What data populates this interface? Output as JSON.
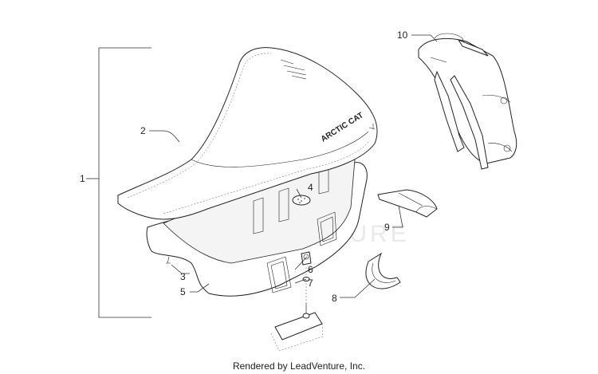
{
  "watermark": "LEADVENTURE",
  "seat_brand": "ARCTIC CAT",
  "callouts": {
    "c1": "1",
    "c2": "2",
    "c3": "3",
    "c4": "4",
    "c5": "5",
    "c6": "6",
    "c7": "7",
    "c8": "8",
    "c9": "9",
    "c10": "10"
  },
  "footer": "Rendered by LeadVenture, Inc."
}
